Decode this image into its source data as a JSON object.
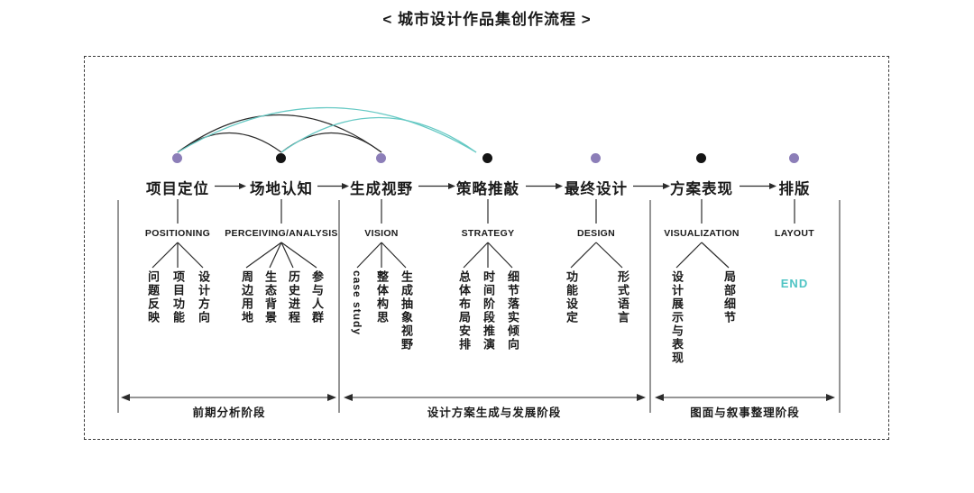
{
  "title": "< 城市设计作品集创作流程 >",
  "stages": [
    {
      "label": "项目定位",
      "en": "POSITIONING",
      "dot_color": "purple",
      "branches": [
        "问题反映",
        "项目功能",
        "设计方向"
      ]
    },
    {
      "label": "场地认知",
      "en": "PERCEIVING/ANALYSIS",
      "dot_color": "black",
      "branches": [
        "周边用地",
        "生态背景",
        "历史进程",
        "参与人群"
      ]
    },
    {
      "label": "生成视野",
      "en": "VISION",
      "dot_color": "purple",
      "branches": [
        "case study",
        "整体构思",
        "生成抽象视野"
      ]
    },
    {
      "label": "策略推敲",
      "en": "STRATEGY",
      "dot_color": "black",
      "branches": [
        "总体布局安排",
        "时间阶段推演",
        "细节落实倾向"
      ]
    },
    {
      "label": "最终设计",
      "en": "DESIGN",
      "dot_color": "purple",
      "branches": [
        "功能设定",
        "形式语言"
      ]
    },
    {
      "label": "方案表现",
      "en": "VISUALIZATION",
      "dot_color": "black",
      "branches": [
        "设计展示与表现",
        "局部细节"
      ]
    },
    {
      "label": "排版",
      "en": "LAYOUT",
      "dot_color": "purple",
      "branches": [],
      "end_label": "END"
    }
  ],
  "phases": [
    {
      "label": "前期分析阶段"
    },
    {
      "label": "设计方案生成与发展阶段"
    },
    {
      "label": "图面与叙事整理阶段"
    }
  ],
  "colors": {
    "purple_dot": "#8C7EB8",
    "black_dot": "#141414",
    "teal_accent": "#4FC4C4",
    "line": "#2b2b2b"
  }
}
